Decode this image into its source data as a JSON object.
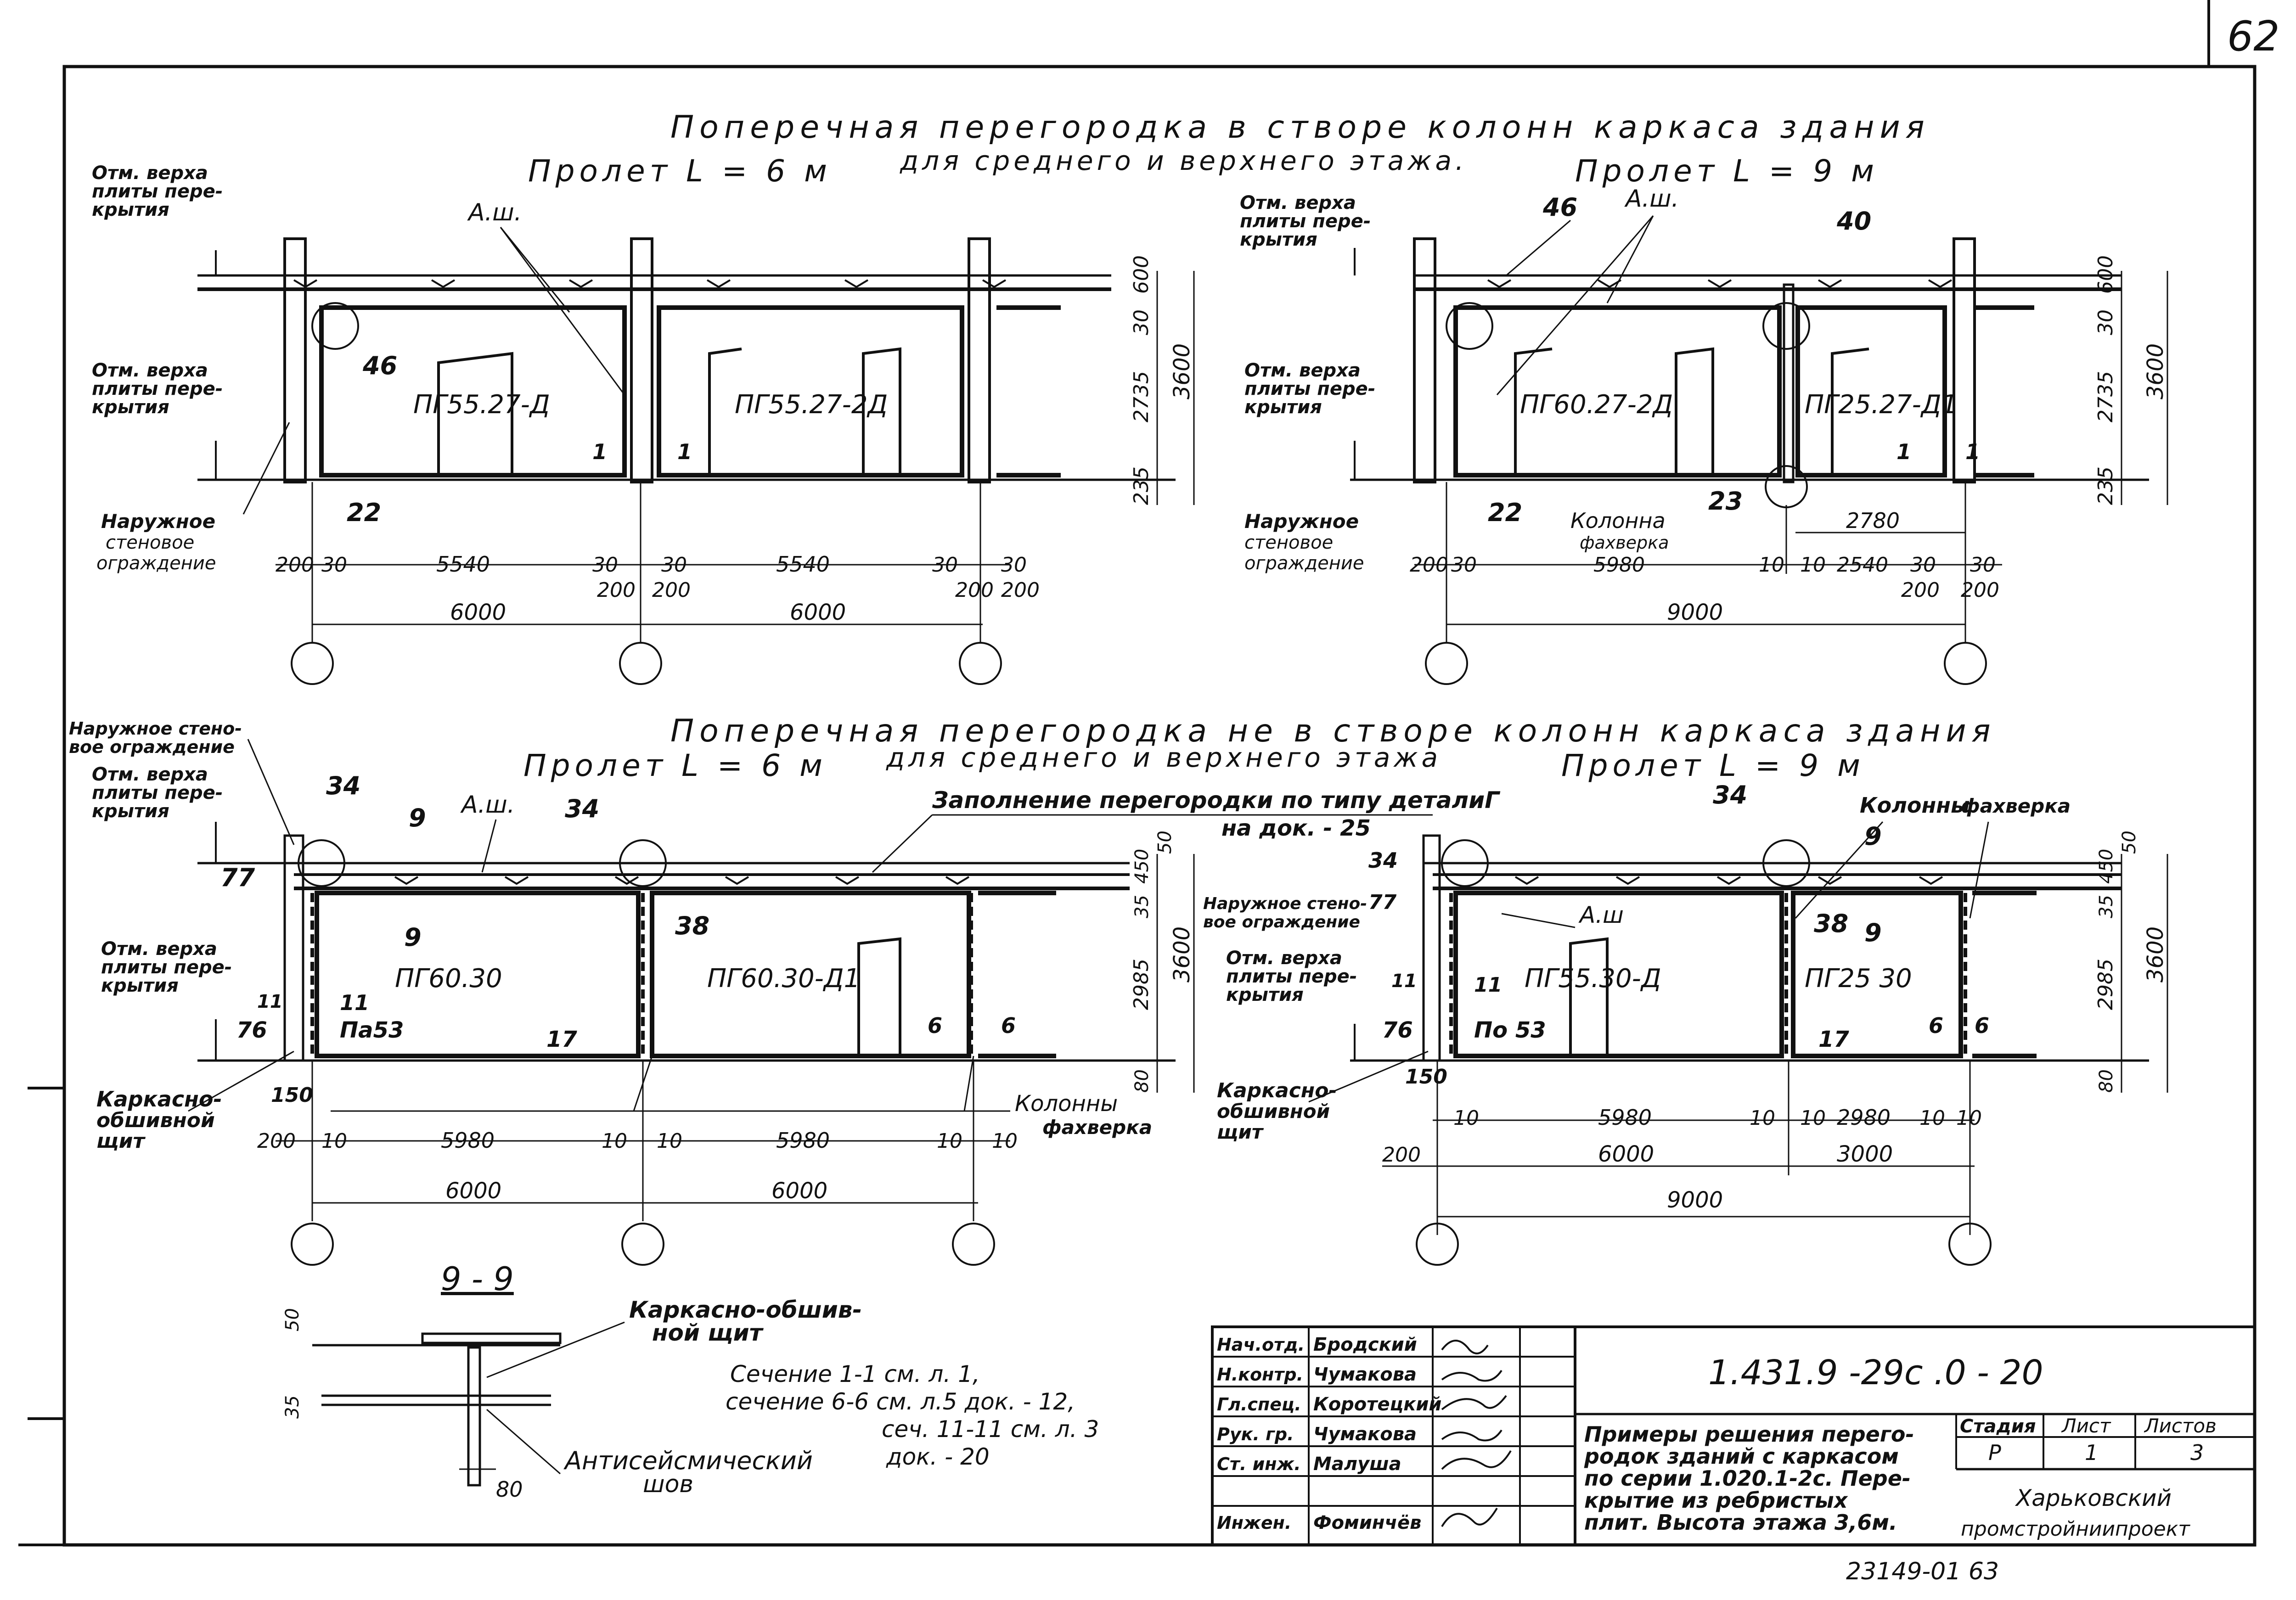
{
  "page_number": "62",
  "title1": {
    "line1": "Поперечная перегородка в створе колонн каркаса здания",
    "line2": "для среднего и верхнего этажа.",
    "span_a": "Пролет L = 6 м",
    "span_b": "Пролет L = 9 м"
  },
  "title2": {
    "line1": "Поперечная перегородка не в створе колонн каркаса здания",
    "line2": "для среднего и верхнего этажа",
    "span_a": "Пролет L = 6 м",
    "span_b": "Пролет L = 9 м"
  },
  "common": {
    "slab_mark": [
      "Отм. верха",
      "плиты пере-",
      "крытия"
    ],
    "facade_wall": [
      "Наружное",
      "стеновое",
      "ограждение"
    ],
    "facade_wall_b": [
      "Наружное стено-",
      "вое ограждение"
    ],
    "frame_panel": [
      "Каркасно-",
      "обшивной",
      "щит"
    ],
    "columns_fahverk": [
      "Колонны",
      "фахверка"
    ],
    "column_fahverk_single": [
      "Колонна",
      "фахверка"
    ],
    "a_sh": "А.ш.",
    "fill_note": [
      "Заполнение перегородки по типу деталиГ",
      "на док. - 25"
    ]
  },
  "d1": {
    "panels": [
      "ПГ55.27-Д",
      "ПГ55.27-2Д"
    ],
    "dims_small": [
      "200",
      "30",
      "5540",
      "30",
      "30",
      "5540",
      "30",
      "30"
    ],
    "dims_small2": [
      "200",
      "200",
      "200",
      "200"
    ],
    "dims_big": [
      "6000",
      "6000"
    ],
    "height_dims": [
      "600",
      "30",
      "2735",
      "235",
      "3600"
    ],
    "callouts": [
      "46",
      "22",
      "1",
      "1"
    ]
  },
  "d2": {
    "panels": [
      "ПГ60.27-2Д",
      "ПГ25.27-Д1"
    ],
    "dims_small": [
      "200",
      "30",
      "5980",
      "10",
      "10",
      "2540",
      "30",
      "30"
    ],
    "dims_small2": [
      "200",
      "200"
    ],
    "dim_2780": "2780",
    "dims_big": [
      "9000"
    ],
    "height_dims": [
      "600",
      "30",
      "2735",
      "235",
      "3600"
    ],
    "callouts": [
      "46",
      "40",
      "22",
      "23",
      "1",
      "1"
    ]
  },
  "d3": {
    "panels": [
      "ПГ60.30",
      "ПГ60.30-Д1"
    ],
    "labels": [
      "Па53",
      "17",
      "77",
      "76",
      "150",
      "11",
      "11"
    ],
    "dims_small": [
      "200",
      "10",
      "5980",
      "10",
      "10",
      "5980",
      "10",
      "10"
    ],
    "dims_big": [
      "6000",
      "6000"
    ],
    "height_dims": [
      "50",
      "450",
      "35",
      "2985",
      "80",
      "3600"
    ],
    "callouts": [
      "34",
      "34",
      "9",
      "9",
      "38",
      "6",
      "6"
    ]
  },
  "d4": {
    "panels": [
      "ПГ55.30-Д",
      "ПГ25 30"
    ],
    "labels": [
      "По 53",
      "17",
      "77",
      "76",
      "150",
      "34",
      "11",
      "11"
    ],
    "dims_small": [
      "10",
      "5980",
      "10",
      "10",
      "2980",
      "10",
      "10"
    ],
    "dims_mid": [
      "200",
      "6000",
      "3000"
    ],
    "dims_big": [
      "9000"
    ],
    "height_dims": [
      "50",
      "450",
      "35",
      "2985",
      "80",
      "3600"
    ],
    "callouts": [
      "34",
      "9",
      "38",
      "9",
      "6",
      "6"
    ],
    "a_sh": "А.ш"
  },
  "section": {
    "title": "9 - 9",
    "label1": [
      "Каркасно-обшив-",
      "ной щит"
    ],
    "label2": [
      "Антисейсмический",
      "шов"
    ],
    "dims": [
      "50",
      "35",
      "80"
    ]
  },
  "notes": [
    "Сечение 1-1 см. л. 1,",
    "сечение 6-6 см. л.5 док. - 12,",
    "сеч. 11-11 см. л. 3",
    "док. - 20"
  ],
  "stamp": {
    "roles": [
      "Нач.отд.",
      "Н.контр.",
      "Гл.спец.",
      "Рук. гр.",
      "Ст. инж.",
      "Инжен."
    ],
    "names": [
      "Бродский",
      "Чумакова",
      "Коротецкий",
      "Чумакова",
      "Малуша",
      "Фоминчёв"
    ],
    "code": "1.431.9 -29с .0 - 20",
    "description": [
      "Примеры решения перего-",
      "родок зданий с каркасом",
      "по серии 1.020.1-2с. Пере-",
      "крытие из ребристых",
      "плит. Высота этажа 3,6м."
    ],
    "stage_h": "Стадия",
    "sheet_h": "Лист",
    "sheets_h": "Листов",
    "stage": "Р",
    "sheet": "1",
    "sheets": "3",
    "org": [
      "Харьковский",
      "промстройниипроект"
    ]
  },
  "footer": "23149-01   63"
}
